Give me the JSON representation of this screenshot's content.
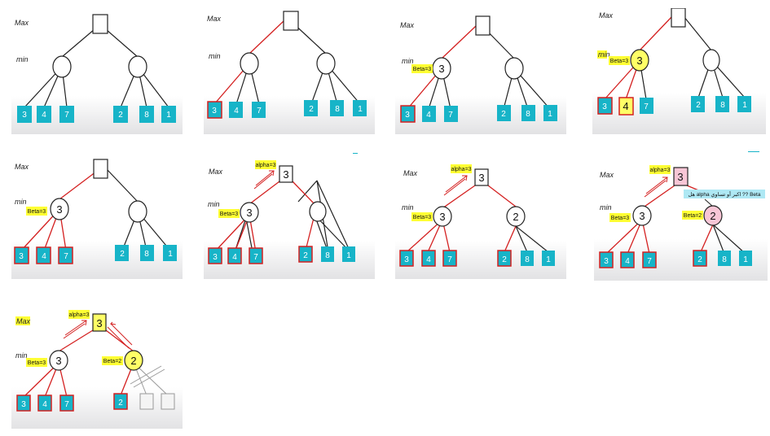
{
  "labels": {
    "max": "Max",
    "min": "min"
  },
  "leaves": [
    "3",
    "4",
    "7",
    "2",
    "8",
    "1"
  ],
  "tags": {
    "beta_left": "Beta=3",
    "beta_right": "Beta=2",
    "alpha_root": "alpha=3",
    "note": "هل alpha اكبر أو تساوي ?? Beta"
  },
  "values": {
    "min_left": "3",
    "min_right": "2",
    "root": "3",
    "leaf_pick": "4"
  },
  "panels": [
    {
      "step": 1,
      "label_max": "Max",
      "label_min": "min"
    },
    {
      "step": 2,
      "label_max": "Max",
      "label_min": "min"
    },
    {
      "step": 3,
      "label_max": "Max",
      "label_min": "min"
    },
    {
      "step": 4,
      "label_max": "Max",
      "label_min": "min"
    },
    {
      "step": 5,
      "label_max": "Max",
      "label_min": "min"
    },
    {
      "step": 6,
      "label_max": "Max",
      "label_min": "min"
    },
    {
      "step": 7,
      "label_max": "Max",
      "label_min": "min"
    },
    {
      "step": 8,
      "label_max": "Max",
      "label_min": "min"
    },
    {
      "step": 9,
      "label_max": "Max",
      "label_min": "min"
    }
  ],
  "colors": {
    "leaf": "#17b4c8",
    "highlight": "#ffff33",
    "active_edge": "#d42020",
    "edge": "#222222",
    "note_bg": "#aee8f4",
    "pink": "#f8c6d6",
    "floor": "#e8e8ea"
  }
}
